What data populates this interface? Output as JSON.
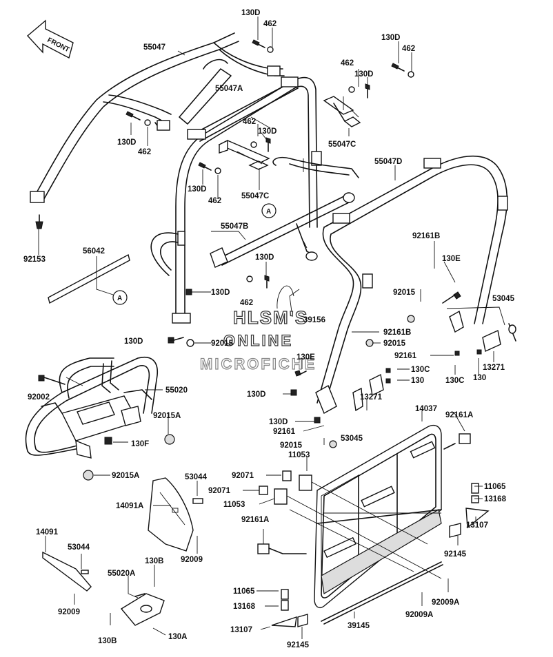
{
  "diagram": {
    "front_label": "FRONT",
    "callout_letter": "A",
    "watermark": [
      "HLSM'S",
      "ONLINE",
      "MICROFICHE"
    ],
    "labels": [
      {
        "id": "l1",
        "text": "130D"
      },
      {
        "id": "l2",
        "text": "462"
      },
      {
        "id": "l3",
        "text": "130D"
      },
      {
        "id": "l4",
        "text": "462"
      },
      {
        "id": "l5",
        "text": "55047"
      },
      {
        "id": "l6",
        "text": "462"
      },
      {
        "id": "l7",
        "text": "130D"
      },
      {
        "id": "l8",
        "text": "55047A"
      },
      {
        "id": "l9",
        "text": "130D"
      },
      {
        "id": "l10",
        "text": "462"
      },
      {
        "id": "l11",
        "text": "462"
      },
      {
        "id": "l12",
        "text": "130D"
      },
      {
        "id": "l13",
        "text": "55047C"
      },
      {
        "id": "l14",
        "text": "130D"
      },
      {
        "id": "l15",
        "text": "462"
      },
      {
        "id": "l16",
        "text": "55047C"
      },
      {
        "id": "l17",
        "text": "55047D"
      },
      {
        "id": "l18",
        "text": "92153"
      },
      {
        "id": "l19",
        "text": "55047B"
      },
      {
        "id": "l20",
        "text": "56042"
      },
      {
        "id": "l21",
        "text": "130D"
      },
      {
        "id": "l22",
        "text": "92161B"
      },
      {
        "id": "l23",
        "text": "130E"
      },
      {
        "id": "l24",
        "text": "130D"
      },
      {
        "id": "l25",
        "text": "462"
      },
      {
        "id": "l26",
        "text": "92015"
      },
      {
        "id": "l27",
        "text": "53045"
      },
      {
        "id": "l28",
        "text": "39156"
      },
      {
        "id": "l29",
        "text": "92161B"
      },
      {
        "id": "l30",
        "text": "130D"
      },
      {
        "id": "l31",
        "text": "92015"
      },
      {
        "id": "l32",
        "text": "92015"
      },
      {
        "id": "l33",
        "text": "130E"
      },
      {
        "id": "l34",
        "text": "92161"
      },
      {
        "id": "l35",
        "text": "130C"
      },
      {
        "id": "l36",
        "text": "130"
      },
      {
        "id": "l37",
        "text": "13271"
      },
      {
        "id": "l38",
        "text": "130C"
      },
      {
        "id": "l39",
        "text": "130"
      },
      {
        "id": "l40",
        "text": "92002"
      },
      {
        "id": "l41",
        "text": "55020"
      },
      {
        "id": "l42",
        "text": "130D"
      },
      {
        "id": "l43",
        "text": "13271"
      },
      {
        "id": "l44",
        "text": "14037"
      },
      {
        "id": "l45",
        "text": "92161A"
      },
      {
        "id": "l46",
        "text": "92015A"
      },
      {
        "id": "l47",
        "text": "130D"
      },
      {
        "id": "l48",
        "text": "92161"
      },
      {
        "id": "l49",
        "text": "53045"
      },
      {
        "id": "l50",
        "text": "130F"
      },
      {
        "id": "l51",
        "text": "92015"
      },
      {
        "id": "l52",
        "text": "11053"
      },
      {
        "id": "l53",
        "text": "92015A"
      },
      {
        "id": "l54",
        "text": "92071"
      },
      {
        "id": "l55",
        "text": "53044"
      },
      {
        "id": "l56",
        "text": "92071"
      },
      {
        "id": "l57",
        "text": "11065"
      },
      {
        "id": "l58",
        "text": "14091A"
      },
      {
        "id": "l59",
        "text": "11053"
      },
      {
        "id": "l60",
        "text": "13168"
      },
      {
        "id": "l61",
        "text": "92161A"
      },
      {
        "id": "l62",
        "text": "14091"
      },
      {
        "id": "l63",
        "text": "13107"
      },
      {
        "id": "l64",
        "text": "92009"
      },
      {
        "id": "l65",
        "text": "53044"
      },
      {
        "id": "l66",
        "text": "92145"
      },
      {
        "id": "l67",
        "text": "130B"
      },
      {
        "id": "l68",
        "text": "55020A"
      },
      {
        "id": "l69",
        "text": "11065"
      },
      {
        "id": "l70",
        "text": "92009A"
      },
      {
        "id": "l71",
        "text": "13168"
      },
      {
        "id": "l72",
        "text": "92009"
      },
      {
        "id": "l73",
        "text": "92009A"
      },
      {
        "id": "l74",
        "text": "130B"
      },
      {
        "id": "l75",
        "text": "130A"
      },
      {
        "id": "l76",
        "text": "13107"
      },
      {
        "id": "l77",
        "text": "39145"
      },
      {
        "id": "l78",
        "text": "92145"
      }
    ]
  }
}
